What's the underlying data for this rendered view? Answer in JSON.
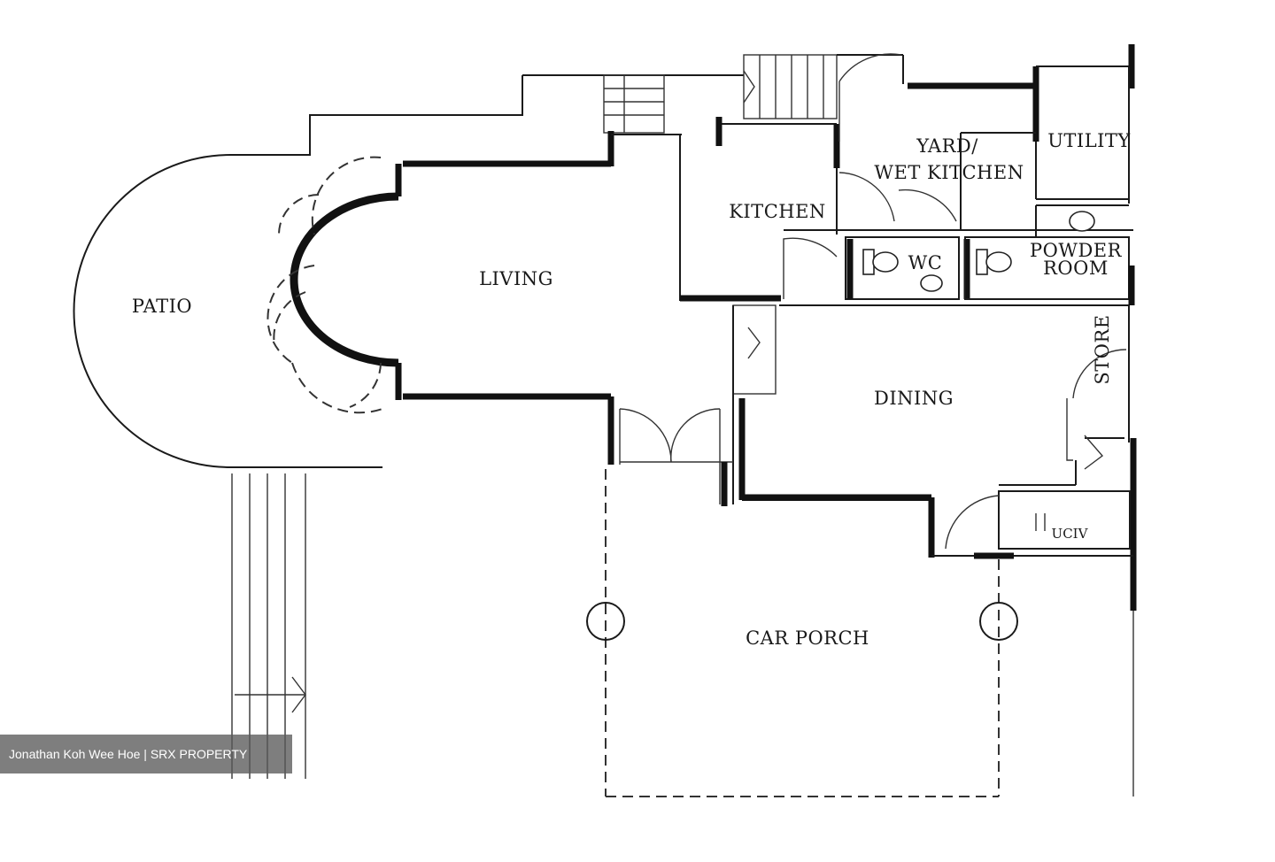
{
  "rooms": {
    "patio": "PATIO",
    "living": "LIVING",
    "kitchen": "KITCHEN",
    "yard_line1": "YARD/",
    "yard_line2": "WET KITCHEN",
    "utility": "UTILITY",
    "wc": "WC",
    "powder_line1": "POWDER",
    "powder_line2": "ROOM",
    "dining": "DINING",
    "store": "STORE",
    "ucv": "UCIV",
    "car_porch": "CAR PORCH"
  },
  "watermark": "Jonathan Koh Wee Hoe | SRX PROPERTY"
}
